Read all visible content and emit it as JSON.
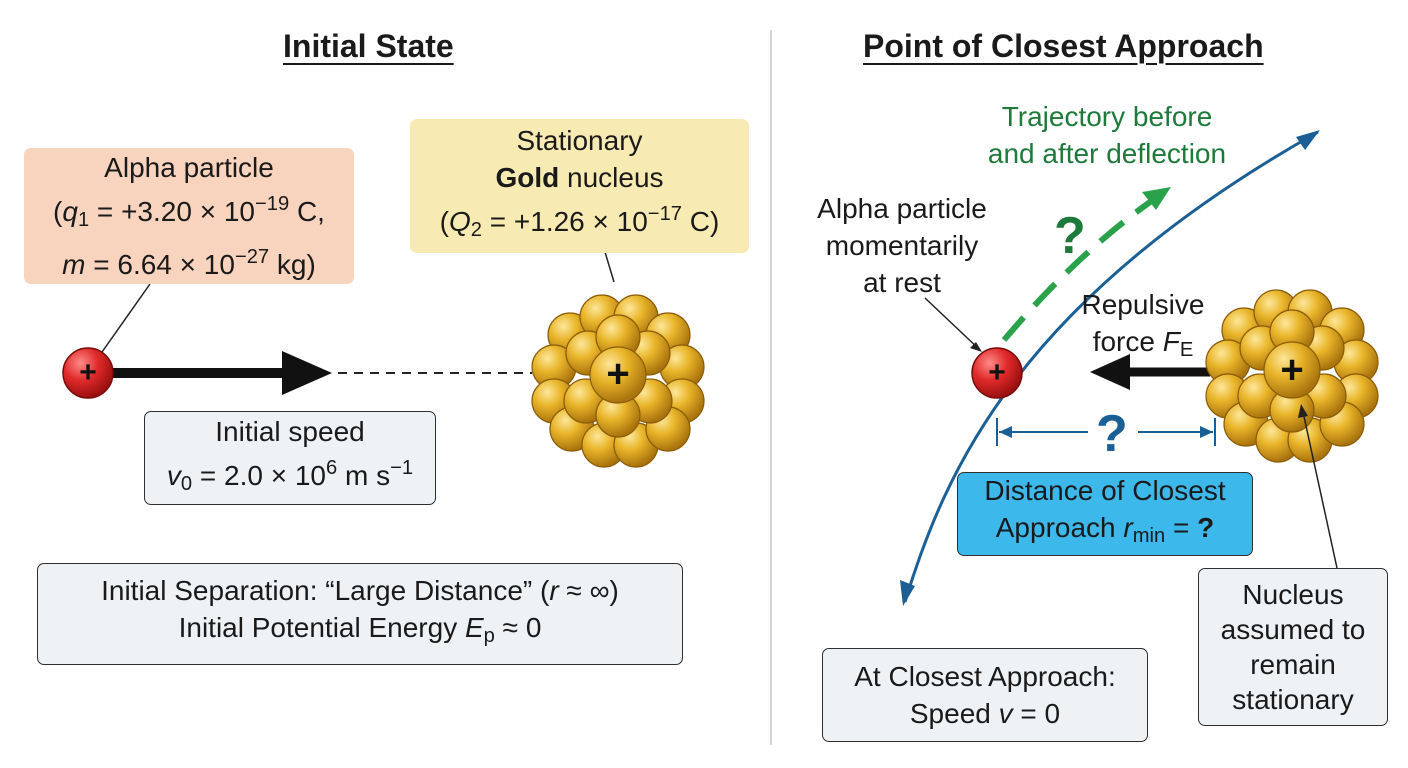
{
  "left_panel": {
    "title": "Initial State",
    "alpha_label": {
      "line1": "Alpha particle",
      "q_symbol": "q",
      "q_sub": "1",
      "q_value": " = +3.20 × 10",
      "q_exp": "−19",
      "q_unit": " C,",
      "m_symbol": "m",
      "m_value": " = 6.64 × 10",
      "m_exp": "−27",
      "m_unit": " kg)"
    },
    "gold_label": {
      "line1": "Stationary",
      "line2_bold": "Gold",
      "line2_rest": " nucleus",
      "Q_symbol": "Q",
      "Q_sub": "2",
      "Q_value": " = +1.26 × 10",
      "Q_exp": "−17",
      "Q_unit": " C)"
    },
    "speed_box": {
      "line1": "Initial speed",
      "v_symbol": "v",
      "v_sub": "0",
      "v_value": " = 2.0 × 10",
      "v_exp": "6",
      "v_unit": " m s",
      "v_unit_exp": "−1"
    },
    "separation_box": {
      "line1_a": "Initial Separation: “Large Distance” (",
      "r_symbol": "r",
      "line1_b": " ≈ ∞)",
      "line2_a": "Initial Potential Energy ",
      "E_symbol": "E",
      "E_sub": "p",
      "line2_b": " ≈ 0"
    },
    "alpha_charge_sign": "+",
    "nucleus_charge_sign": "+"
  },
  "right_panel": {
    "title": "Point of Closest Approach",
    "trajectory_label": {
      "line1": "Trajectory before",
      "line2": "and after deflection"
    },
    "green_question": "?",
    "alpha_rest_label": {
      "line1": "Alpha particle",
      "line2": "momentarily",
      "line3": "at rest"
    },
    "force_label": {
      "line1": "Repulsive",
      "line2_a": "force ",
      "F_symbol": "F",
      "F_sub": "E"
    },
    "distance_question": "?",
    "closest_box": {
      "line1": "Distance of Closest",
      "line2_a": "Approach ",
      "r_symbol": "r",
      "r_sub": "min",
      "line2_b": " = ",
      "line2_q": "?"
    },
    "speed_box": {
      "line1": "At Closest Approach:",
      "line2_a": "Speed ",
      "v_symbol": "v",
      "line2_b": " = 0"
    },
    "nucleus_box": {
      "line1": "Nucleus",
      "line2": "assumed to",
      "line3": "remain",
      "line4": "stationary"
    },
    "alpha_charge_sign": "+",
    "nucleus_charge_sign": "+"
  },
  "colors": {
    "alpha_red": "#d92a2a",
    "gold": "#e0ad20",
    "trajectory_blue": "#1a5f95",
    "green": "#2aa24c",
    "blue_box": "#3cb8ea"
  }
}
